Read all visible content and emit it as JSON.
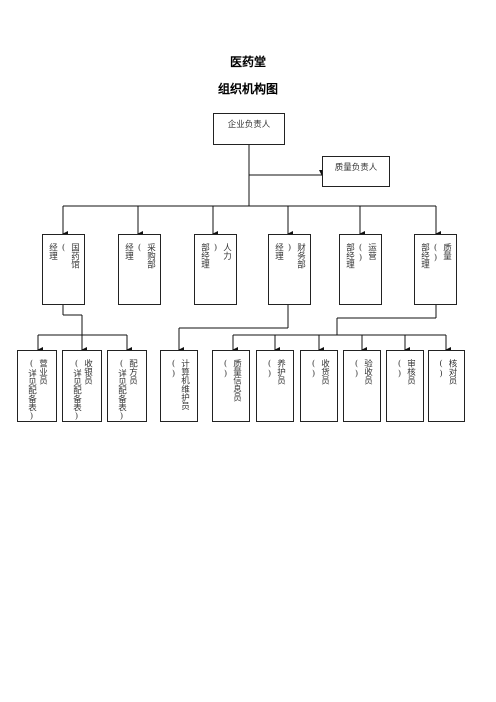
{
  "title": "医药堂",
  "subtitle": "组织机构图",
  "top": {
    "head": "企业负责人",
    "quality_head": "质量负责人"
  },
  "departments": [
    {
      "id": "gy",
      "cols": [
        "国药馆",
        "(",
        "经理"
      ]
    },
    {
      "id": "cg",
      "cols": [
        "采购部",
        "(",
        "经理"
      ]
    },
    {
      "id": "rl",
      "cols": [
        "人力",
        ")",
        "部经理"
      ]
    },
    {
      "id": "cw",
      "cols": [
        "财务部",
        ")",
        "经理"
      ]
    },
    {
      "id": "yy",
      "cols": [
        "运营",
        "()",
        "部经理"
      ]
    },
    {
      "id": "zl",
      "cols": [
        "质量",
        "()",
        "部经理"
      ]
    }
  ],
  "staff": [
    {
      "id": "yy",
      "cols": [
        "营业员",
        "(详见配备表)"
      ]
    },
    {
      "id": "sy",
      "cols": [
        "收银员",
        "(详见配备表)"
      ]
    },
    {
      "id": "pf",
      "cols": [
        "配方员",
        "(详见配备表)"
      ]
    },
    {
      "id": "jsj",
      "cols": [
        "计算机维护员",
        "()"
      ]
    },
    {
      "id": "zlxx",
      "cols": [
        "质量信息员",
        "()"
      ]
    },
    {
      "id": "yh",
      "cols": [
        "养护员",
        "()"
      ]
    },
    {
      "id": "sh",
      "cols": [
        "收货员",
        "()"
      ]
    },
    {
      "id": "ys",
      "cols": [
        "验收员",
        "()"
      ]
    },
    {
      "id": "sj",
      "cols": [
        "审核员",
        "()"
      ]
    },
    {
      "id": "hd",
      "cols": [
        "核对员",
        "()"
      ]
    }
  ]
}
